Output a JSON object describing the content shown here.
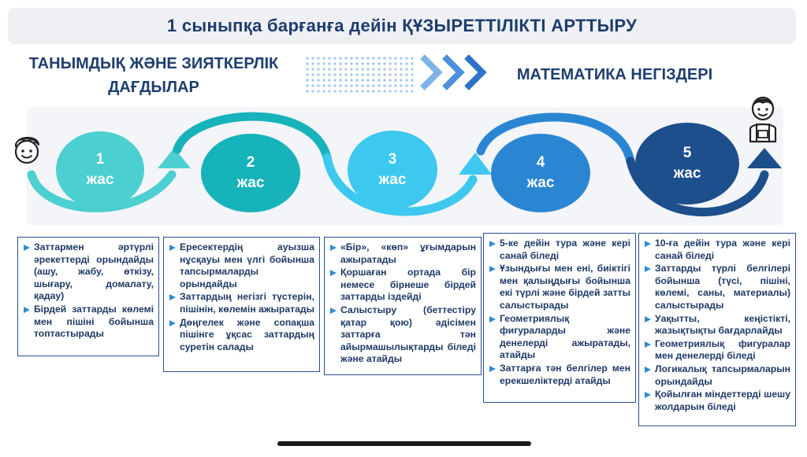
{
  "title": "1 сыныпқа барғанға дейін ҚҰЗЫРЕТТІЛІКТІ АРТТЫРУ",
  "left_heading": {
    "line1": "ТАНЫМДЫҚ ЖӘНЕ ЗИЯТКЕРЛІК",
    "line2": "ДАҒДЫЛАР"
  },
  "right_heading": "МАТЕМАТИКА НЕГІЗДЕРІ",
  "colors": {
    "title_text": "#1d3c6c",
    "age1": "#4ccfd0",
    "age2": "#16b3ba",
    "age3": "#3cc8ef",
    "age4": "#2a86d3",
    "age5": "#1c4f8c",
    "bullet": "#2e8bd2",
    "card_border": "#2c4f8e"
  },
  "icons": {
    "left": "child-face-icon",
    "right": "schoolchild-icon",
    "progress": "chevron-arrows-icon"
  },
  "ages": [
    {
      "num": "1",
      "label": "жас"
    },
    {
      "num": "2",
      "label": "жас"
    },
    {
      "num": "3",
      "label": "жас"
    },
    {
      "num": "4",
      "label": "жас"
    },
    {
      "num": "5",
      "label": "жас"
    }
  ],
  "cards": [
    {
      "items": [
        "Заттармен әртүрлі әрекеттерді орындайды (ашу, жабу, өткізу, шығару, домалату, қадау)",
        "Бірдей заттарды көлемі мен пішіні бойынша топтастырады"
      ]
    },
    {
      "items": [
        "Ересектердің ауызша нұсқауы мен үлгі бойынша тапсырмаларды орындайды",
        "Заттардың негізгі түстерін, пішінін, көлемін ажыратады",
        "Дөңгелек және сопақша пішінге ұқсас заттардың суретін салады"
      ]
    },
    {
      "items": [
        "«Бір», «көп» ұғымдарын ажыратады",
        "Қоршаған ортада бір немесе бірнеше бірдей заттарды іздейді",
        "Салыстыру (беттестіру қатар қою) әдісімен заттарға тән айырмашылықтарды біледі және атайды"
      ]
    },
    {
      "items": [
        "5-ке дейін тура және кері санай біледі",
        "Ұзындығы мен ені, биіктігі мен қалыңдығы бойынша екі түрлі және бірдей затты салыстырады",
        "Геометриялық фигураларды және денелерді ажыратады, атайды",
        "Заттарға тән белгілер мен ерекшеліктерді атайды"
      ]
    },
    {
      "items": [
        "10-ға дейін тура және кері санай біледі",
        "Заттарды түрлі белгілері бойынша (түсі, пішіні, көлемі, саны, материалы) салыстырады",
        "Уақытты, кеңістікті, жазықтықты бағдарлайды",
        "Геометриялық фигуралар мен денелерді біледі",
        "Логикалық тапсырмаларын орындайды",
        "Қойылған міндеттерді шешу жолдарын біледі"
      ]
    }
  ]
}
